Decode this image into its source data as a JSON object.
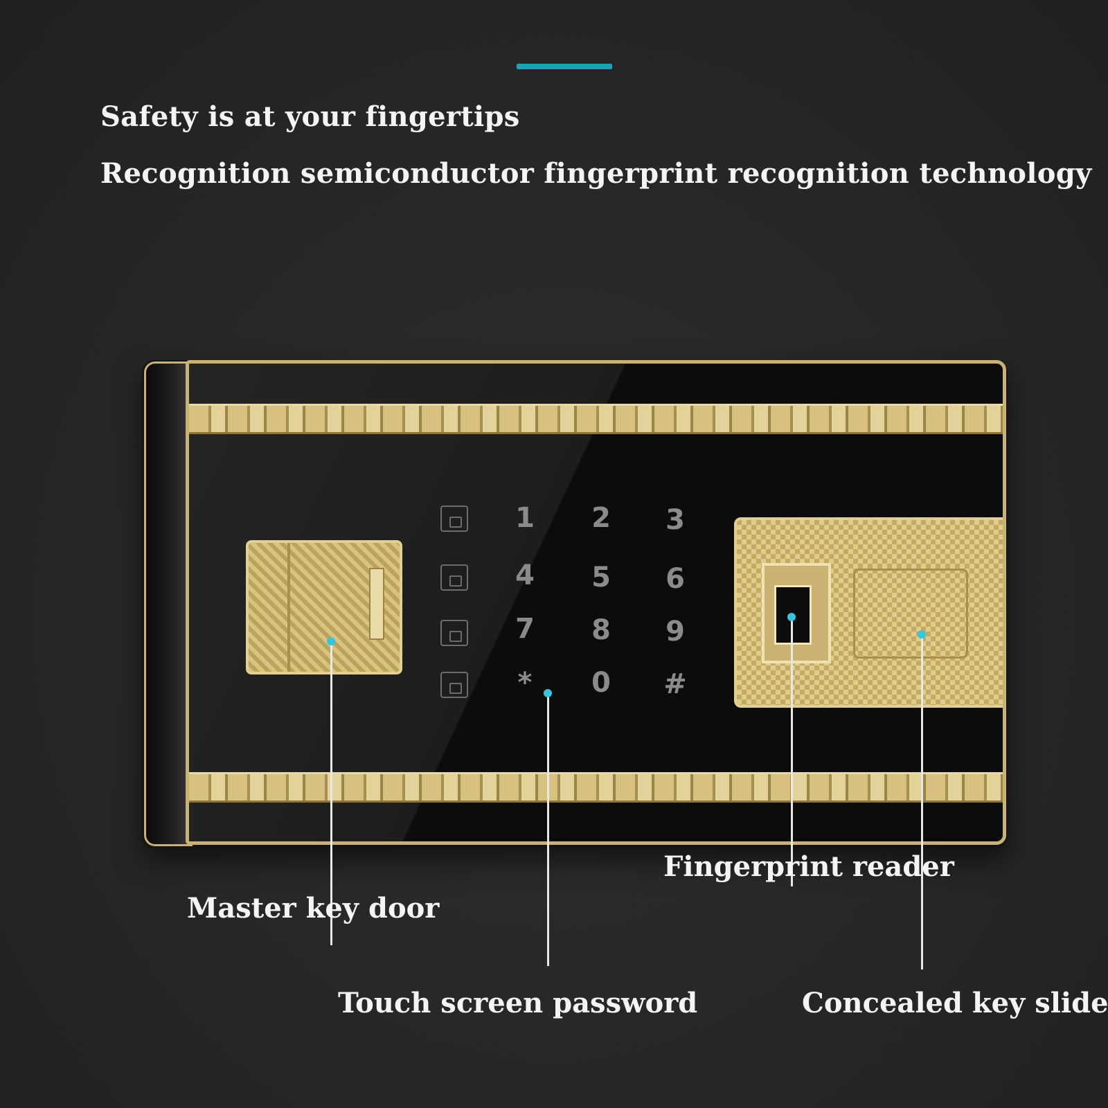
{
  "header": {
    "accent_color": "#1aa3b8",
    "title": "Safety is at your fingertips",
    "subtitle": "Recognition semiconductor fingerprint recognition technology"
  },
  "keypad": {
    "keys": [
      "1",
      "2",
      "3",
      "4",
      "5",
      "6",
      "7",
      "8",
      "9",
      "*",
      "0",
      "#"
    ]
  },
  "callouts": {
    "master_key_door": "Master key door",
    "touch_screen_password": "Touch screen password",
    "fingerprint_reader": "Fingerprint reader",
    "concealed_key_slider": "Concealed key slider",
    "dot_color": "#33c7df"
  },
  "colors": {
    "background": "#2a2a2a",
    "gold": "#c9b272"
  }
}
